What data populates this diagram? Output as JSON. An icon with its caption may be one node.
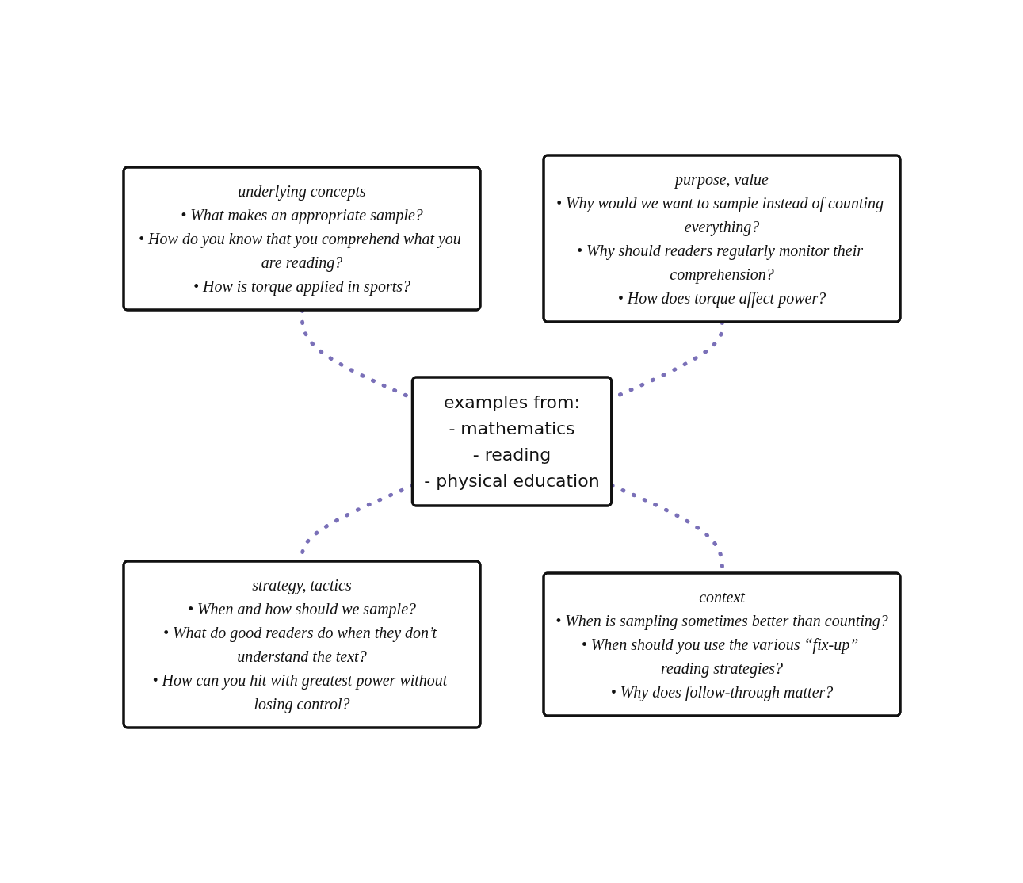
{
  "diagram": {
    "nodes": [
      {
        "text": [
          "underlying concepts",
          "• What makes an appropriate sample?",
          "• How do you know that you comprehend what you are reading?",
          "• How is torque applied in sports?"
        ]
      },
      {
        "text": [
          "purpose, value",
          "• Why would we want to sample instead of counting everything?",
          "• Why should readers regularly monitor their comprehension?",
          "• How does torque affect power?"
        ]
      },
      {
        "text": [
          "examples from:",
          "- mathematics",
          "- reading",
          "- physical education"
        ]
      },
      {
        "text": [
          "strategy, tactics",
          "• When and how should we sample?",
          "• What do good readers do when they don’t understand the text?",
          "• How can you hit with greatest power without losing control?"
        ]
      },
      {
        "text": [
          "context",
          "• When is sampling sometimes better than counting?",
          "• When should you use the various “fix-up” reading strategies?",
          "• Why does follow-through matter?"
        ]
      }
    ],
    "edges": [
      {
        "from": 0,
        "to": 2,
        "arrow": "none",
        "style": "dashed"
      },
      {
        "from": 1,
        "to": 2,
        "arrow": "none",
        "style": "dashed"
      },
      {
        "from": 2,
        "to": 3,
        "arrow": "none",
        "style": "dashed"
      },
      {
        "from": 2,
        "to": 4,
        "arrow": "none",
        "style": "dashed"
      }
    ]
  }
}
